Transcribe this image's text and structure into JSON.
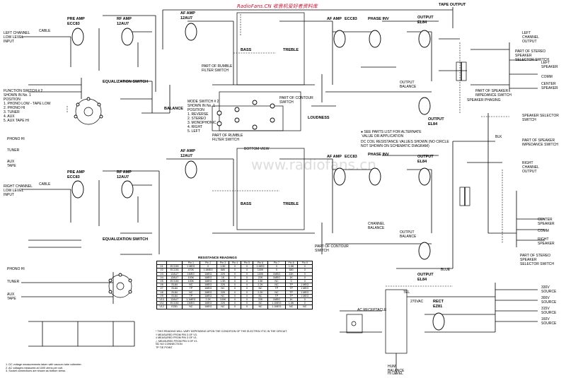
{
  "watermark": "RadioFans.CN 收音机爱好者资料库",
  "watermark_center": "www.radiofans.cn",
  "labels": {
    "tape_output": "TAPE OUTPUT",
    "left_channel_input": "LEFT CHANNEL\nLOW LEVEL\nINPUT",
    "right_channel_input": "RIGHT CHANNEL\nLOW LEVEL\nINPUT",
    "cable_l": "CABLE",
    "cable_r": "CABLE",
    "preamp_l": "PRE AMP",
    "preamp_tube_l": "ECC83",
    "rfamp_l": "RF AMP",
    "rfamp_tube_l": "12AU7",
    "preamp_r": "PRE AMP",
    "preamp_tube_r": "ECC83",
    "rfamp_r": "RF AMP",
    "rfamp_tube_r": "12AU7",
    "af_amp_top": "AF AMP",
    "af_amp_tube_top": "12AU7",
    "af_amp_bot": "AF AMP",
    "af_amp_tube_bot": "12AU7",
    "af_amp2_top": "AF AMP",
    "af_amp2_tube_top": "ECC83",
    "af_amp2_bot": "AF AMP",
    "af_amp2_tube_bot": "ECC83",
    "phase_inv_top": "PHASE INV",
    "phase_inv_bot": "PHASE INV",
    "output_top1": "OUTPUT",
    "output_tube_top1": "EL84",
    "output_top2": "OUTPUT",
    "output_tube_top2": "EL84",
    "output_bot1": "OUTPUT",
    "output_tube_bot1": "EL84",
    "output_bot2": "OUTPUT",
    "output_tube_bot2": "EL84",
    "bass_top": "BASS",
    "treble_top": "TREBLE",
    "bass_bot": "BASS",
    "treble_bot": "TREBLE",
    "function_switch": "FUNCTION SWITCH # 2\nSHOWN IN No. 1\nPOSITION\n1. PHONO LOW - TAPE LOW\n2. PHONO HI\n3. TUNER\n4. AUX\n5. AUX TAPE HI",
    "equalization_switch_top": "EQUALIZATION SWITCH",
    "equalization_switch_bot": "EQUALIZATION SWITCH",
    "mode_switch": "MODE SWITCH # 2\nSHOWN IN No. 1\nPOSITION\n1. REVERSE\n2. STEREO\n3. MONOPHONIC\n4. RIGHT\n5. LEFT",
    "rumble_filter_top": "PART OF RUMBLE\nFILTER SWITCH",
    "rumble_filter_bot": "PART OF RUMBLE\nFILTER SWITCH",
    "contour_switch_top": "PART OF CONTOUR\nSWITCH",
    "contour_switch_bot": "PART OF CONTOUR\nSWITCH",
    "loudness": "LOUDNESS",
    "balance": "BALANCE",
    "bottom_view": "BOTTOM VIEW",
    "phono_hi_l": "PHONO HI",
    "tuner_l": "TUNER",
    "aux_tape_l": "AUX\nTAPE",
    "phono_hi_r": "PHONO HI",
    "tuner_r": "TUNER",
    "aux_tape_r": "AUX\nTAPE",
    "see_parts": "● SEE PARTS LIST FOR ALTERNATE\n   VALUE OR APPLICATION",
    "dc_coil": "DC COIL RESISTANCE VALUES SHOWN (NO CIRCLE\nNOT SHOWN ON SCHEMATIC DIAGRAM)",
    "left_channel_output": "LEFT\nCHANNEL\nOUTPUT",
    "right_channel_output": "RIGHT\nCHANNEL\nOUTPUT",
    "stereo_speaker_sel_top": "PART OF STEREO\nSPEAKER\nSELECTOR SWITCH",
    "left_speaker": "LEFT\nSPEAKER",
    "comm_top": "COMM",
    "center_speaker_top": "CENTER\nSPEAKER",
    "impedance_switch_top": "PART OF SPEAKER\nIMPEDANCE SWITCH",
    "speaker_phasing": "SPEAKER PHASING",
    "speaker_selector": "SPEAKER SELECTOR\nSWITCH",
    "impedance_switch_bot": "PART OF SPEAKER\nIMPEDANCE SWITCH",
    "center_speaker_bot": "CENTER\nSPEAKER",
    "comm_bot": "COMM",
    "right_speaker": "RIGHT\nSPEAKER",
    "stereo_speaker_sel_bot": "PART OF STEREO\nSPEAKER\nSELECTOR SWITCH",
    "output_balance": "OUTPUT\nBALANCE",
    "output_balance_bot": "OUTPUT\nBALANCE",
    "channel_balance": "CHANNEL\nBALANCE",
    "blue": "BLUE",
    "ac_receptacle": "AC RECEPTACLE",
    "rect": "RECT",
    "rect_tube": "EZ81",
    "hum_balance": "HUM\nBALANCE",
    "hi_level": "HI LEVEL",
    "v330_1": "330V\nSOURCE",
    "v300": "300V\nSOURCE",
    "v315": "315V\nSOURCE",
    "v160": "160V\nSOURCE",
    "v270": "270VAC",
    "tel": "TEL",
    "blk": "BLK"
  },
  "resistance_table": {
    "title": "RESISTANCE READINGS",
    "headers": [
      "",
      "",
      "Pin 1",
      "Pin 2",
      "Pin 3",
      "Pin 4",
      "Pin 5",
      "Pin 6",
      "Pin 7",
      "Pin 8",
      "Pin 9"
    ],
    "rows": [
      [
        "V1",
        "ECC83",
        "1 MEG",
        "0",
        "1.5K",
        "0",
        "0",
        "1 MEG",
        "0",
        "1.5K",
        "0"
      ],
      [
        "V2",
        "ECC83",
        "470K",
        "1.5MEG",
        "680",
        "0",
        "0",
        "100K",
        "0",
        "680",
        "0"
      ],
      [
        "V3",
        "12AU7",
        "1MEG",
        "1MEG",
        "22K",
        "0",
        "0",
        "100K",
        "1MEG",
        "22K",
        "0"
      ],
      [
        "V4",
        "12AU7",
        "100K",
        "1MEG",
        "1K",
        "0",
        "0",
        "22K",
        "1MEG",
        "1K",
        "0"
      ],
      [
        "V5",
        "ECC83",
        "100K",
        "1MEG",
        "1.5K",
        "0",
        "0",
        "1.5K",
        "NC",
        "0",
        "0"
      ],
      [
        "V6",
        "EL84",
        "NC",
        "1MEG",
        "22K",
        "0",
        "0",
        "2.2K",
        "NC",
        "TP",
        "1 MEG"
      ],
      [
        "V7",
        "EL84",
        "TP",
        "1MEG",
        "NC",
        "0",
        "0",
        "NC",
        "TP",
        "TP",
        "1 MEG"
      ],
      [
        "V8",
        "EL84",
        "NC",
        "1MEG",
        "22K",
        "0",
        "0",
        "2.2K",
        "NC",
        "TP",
        "1 MEG"
      ],
      [
        "V9",
        "EL84",
        "TP",
        "1MEG",
        "NC",
        "0",
        "0",
        "NC",
        "TP",
        "TP",
        "1 MEG"
      ],
      [
        "V10",
        "12AU7",
        "1.1MEG",
        "2.2K",
        "100K",
        "0",
        "0",
        "22K",
        "1MEG",
        "1K",
        "0"
      ],
      [
        "V11",
        "ECC83",
        "1MEG",
        "1MEG",
        "22K",
        "0",
        "0",
        "NC",
        "1.1MEG",
        "1.5K",
        "0"
      ],
      [
        "V12",
        "EZ81",
        "NC",
        "1MEG",
        "NC",
        "0",
        "0",
        "NC",
        "1.1MEG",
        "NC",
        "NC"
      ]
    ],
    "notes": [
      "* THIS READING WILL VARY DEPENDING UPON THE CONDITION OF THE ELECTROLYTIC IN THE CIRCUIT.",
      "† MEASURED FROM PIN 3 OF V3.",
      "‡ MEASURED FROM PIN 3 OF V1.",
      "△ MEASURED FROM PIN 3 OF V1.",
      "NC  NO CONNECTION",
      "TP  TIE POINT"
    ]
  },
  "footer_notes": [
    "1.  DC voltage measurements taken with vacuum tube voltmeter.",
    "2.  AC voltages measured at 1000 ohms per volt.",
    "3.  Socket connections are shown as bottom views."
  ]
}
